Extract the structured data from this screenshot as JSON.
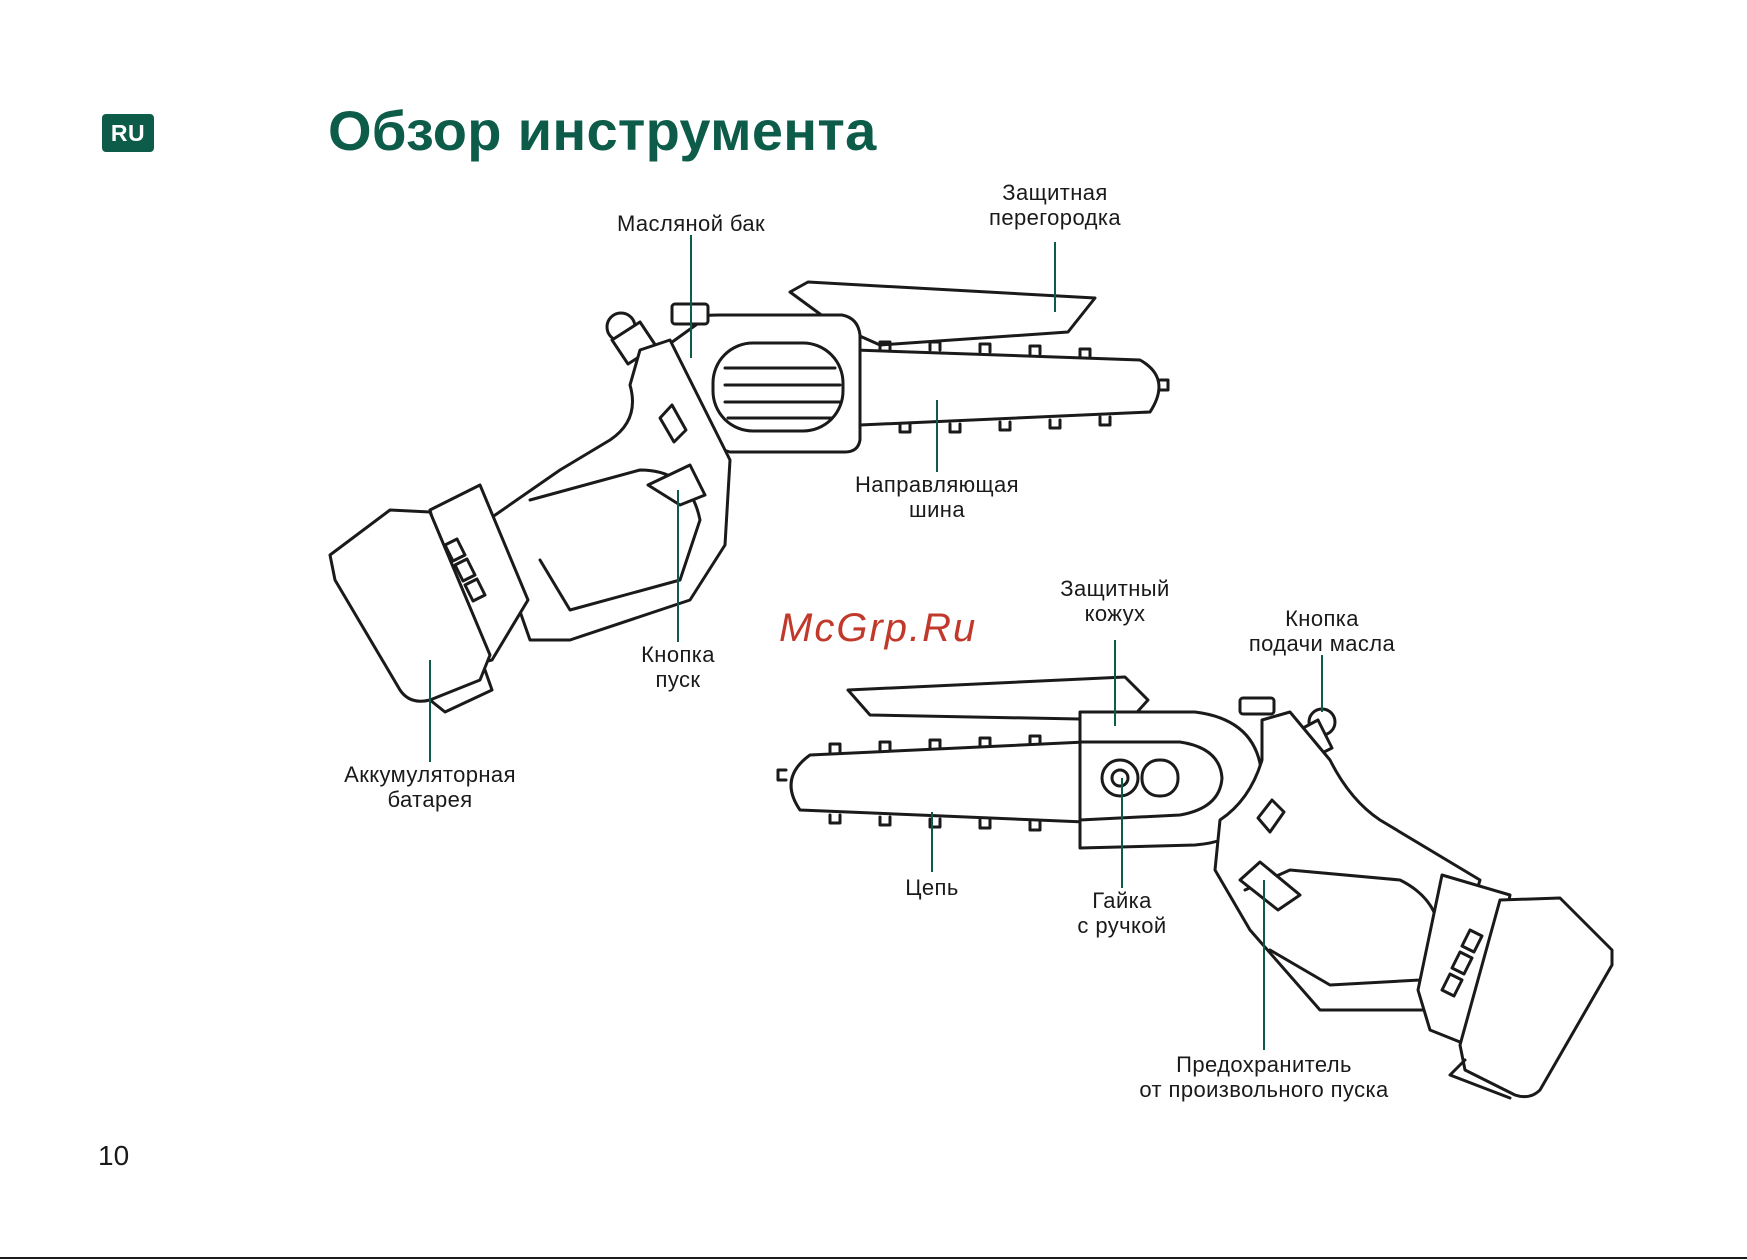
{
  "language_badge": "RU",
  "title": "Обзор инструмента",
  "watermark": "McGrp.Ru",
  "page_number": "10",
  "top_tool": {
    "labels": {
      "oil_tank": "Масляной бак",
      "guard_1": "Защитная",
      "guard_2": "перегородка",
      "guide_bar_1": "Направляющая",
      "guide_bar_2": "шина",
      "start_button_1": "Кнопка",
      "start_button_2": "пуск",
      "battery_1": "Аккумуляторная",
      "battery_2": "батарея"
    }
  },
  "bottom_tool": {
    "labels": {
      "cover_1": "Защитный",
      "cover_2": "кожух",
      "oil_button_1": "Кнопка",
      "oil_button_2": "подачи масла",
      "chain": "Цепь",
      "nut_1": "Гайка",
      "nut_2": "с ручкой",
      "safety_1": "Предохранитель",
      "safety_2": "от произвольного пуска"
    }
  },
  "colors": {
    "brand_green": "#0d5c4a",
    "watermark_red": "#c0392b",
    "line_black": "#1a1a1a"
  }
}
